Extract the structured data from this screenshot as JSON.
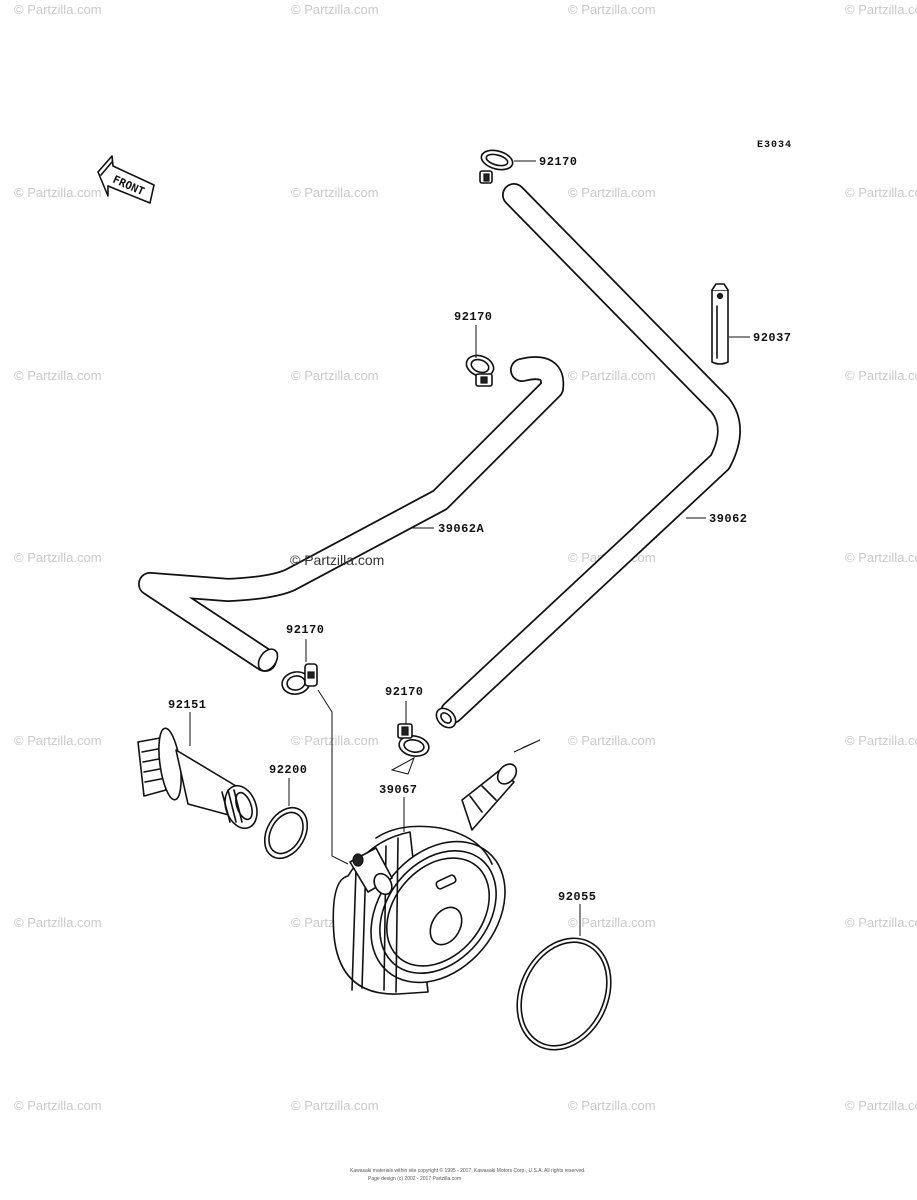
{
  "diagram_code": "E3034",
  "front_label": "FRONT",
  "watermark_text": "© Partzilla.com",
  "center_watermark": "© Partzilla.com",
  "footer_line1": "Kawasaki materials within site copyright © 1995 - 2017, Kawasaki Motors Corp., U.S.A. All rights reserved.",
  "footer_line2": "Page design (c) 2002 - 2017 Partzilla.com",
  "labels": {
    "clamp_top": "92170",
    "clamp_upper_mid": "92170",
    "band": "92037",
    "hose_39062": "39062",
    "hose_39062a": "39062A",
    "clamp_left": "92170",
    "clamp_center": "92170",
    "bolt_92151": "92151",
    "oring_92200": "92200",
    "cooler_39067": "39067",
    "oring_92055": "92055"
  },
  "colors": {
    "line": "#111111",
    "watermark": "#c9c9c9",
    "background": "#ffffff"
  }
}
